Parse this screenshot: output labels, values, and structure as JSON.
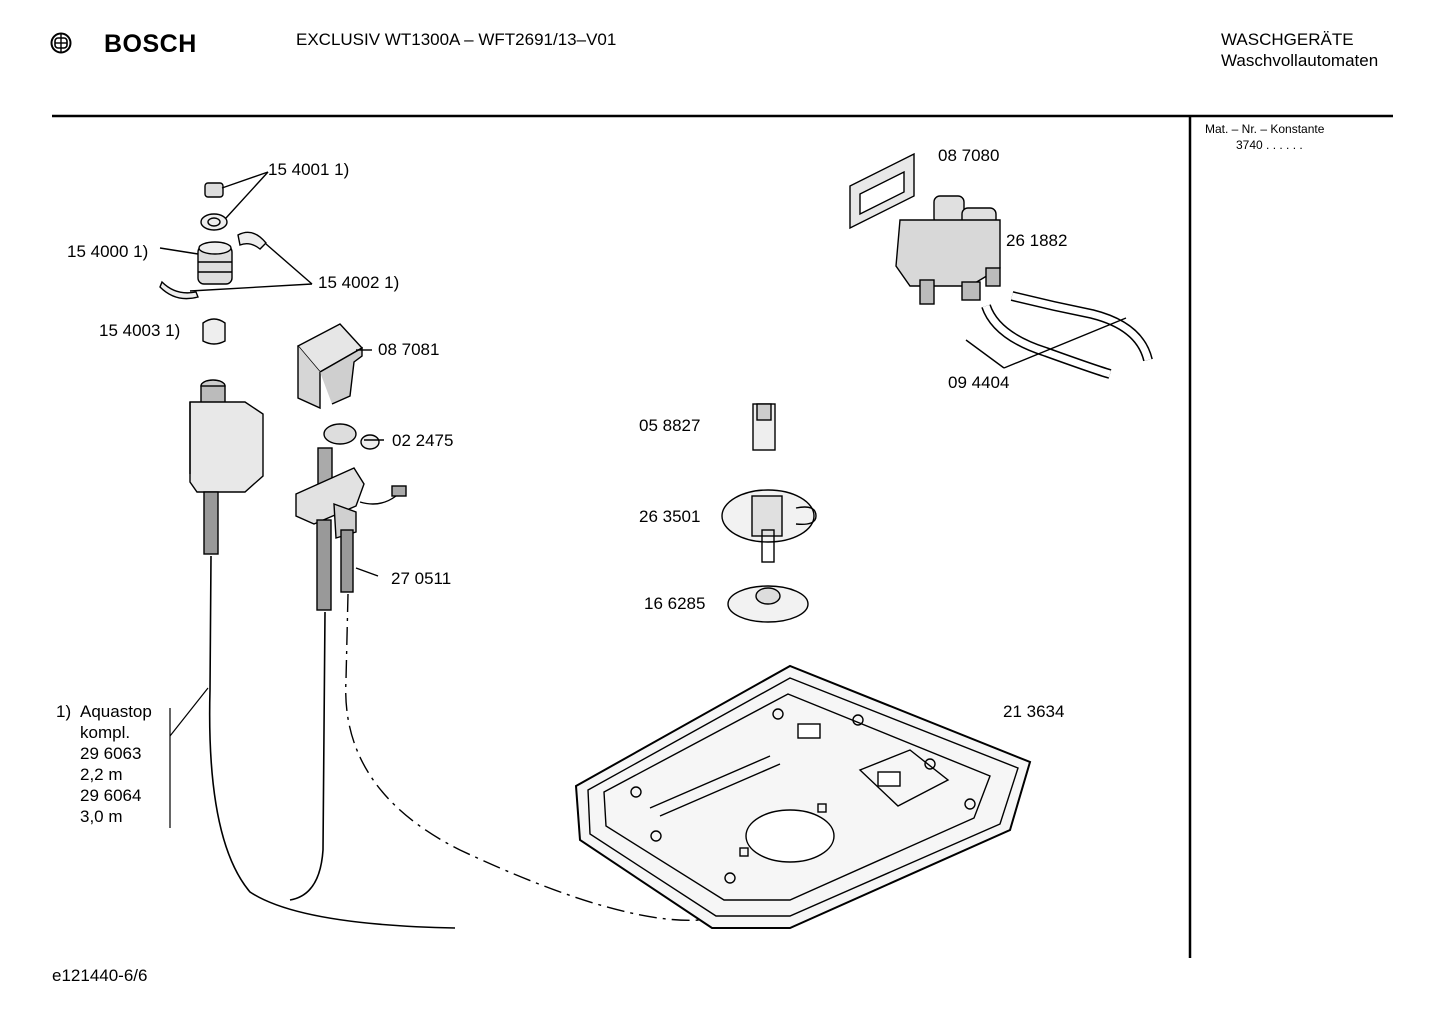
{
  "header": {
    "brand": "BOSCH",
    "model_line": "EXCLUSIV WT1300A – WFT2691/13–V01",
    "category": "WASCHGERÄTE",
    "subcategory": "Waschvollautomaten"
  },
  "side_panel": {
    "mat_label": "Mat. – Nr. – Konstante",
    "mat_value": "3740  .  .    .  .  .  ."
  },
  "parts": {
    "p154001": "15 4001 1)",
    "p154000": "15 4000 1)",
    "p154002": "15 4002 1)",
    "p154003": "15 4003 1)",
    "p087081": "08 7081",
    "p022475": "02 2475",
    "p270511": "27 0511",
    "p087080": "08 7080",
    "p261882": "26 1882",
    "p094404": "09 4404",
    "p058827": "05 8827",
    "p263501": "26 3501",
    "p166285": "16 6285",
    "p213634": "21 3634"
  },
  "note": {
    "marker": "1)",
    "lines": [
      "Aquastop",
      "kompl.",
      "29 6063",
      "2,2 m",
      "29 6064",
      "3,0 m"
    ]
  },
  "footer": {
    "doc_id": "e121440-6/6"
  }
}
